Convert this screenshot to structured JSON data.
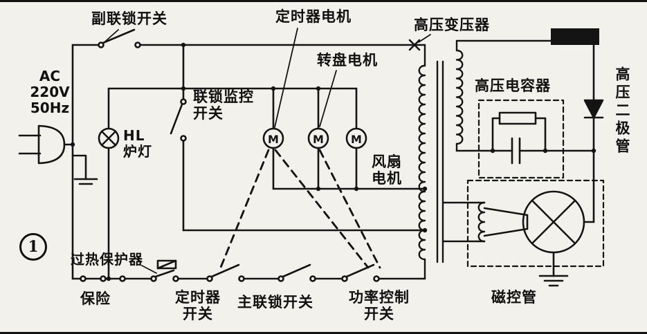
{
  "figure": {
    "number": "1"
  },
  "colors": {
    "ink": "#141414",
    "paper": "#f3f1ec"
  },
  "labels": {
    "ac_supply": "AC\n220V\n50Hz",
    "aux_interlock_switch": "副联锁开关",
    "timer_motor": "定时器电机",
    "turntable_motor": "转盘电机",
    "hv_transformer": "高压变压器",
    "interlock_monitor_switch": "联锁监控\n开关",
    "oven_lamp": "HL\n炉灯",
    "fan_motor": "风扇\n电机",
    "motor_symbol": "M",
    "hv_capacitor": "高压电容器",
    "hv_diode": "高压二极管",
    "magnetron": "磁控管",
    "thermal_protector": "过热保护器",
    "fuse": "保险",
    "timer_switch": "定时器\n开关",
    "main_interlock_switch": "主联锁开关",
    "power_control_switch": "功率控制\n开关"
  }
}
